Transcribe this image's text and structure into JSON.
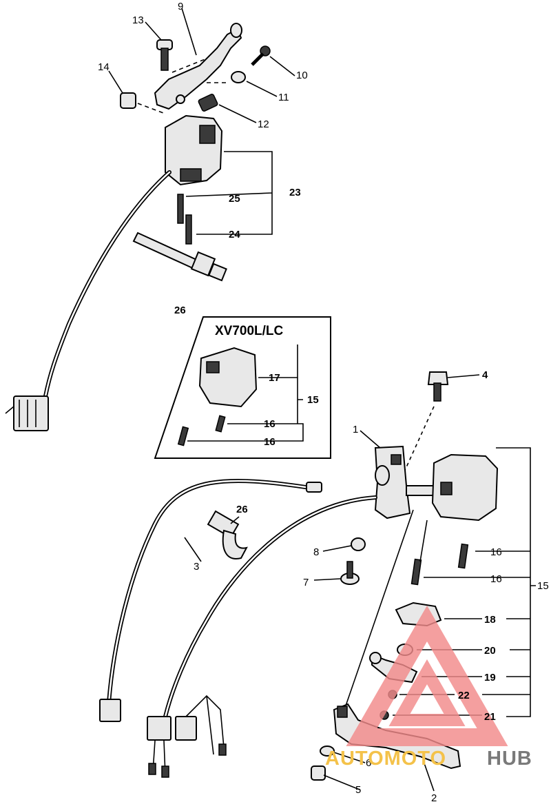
{
  "diagram": {
    "inset_title": "XV700L/LC",
    "labels": {
      "p1": "1",
      "p2": "2",
      "p3": "3",
      "p4": "4",
      "p5": "5",
      "p6": "6",
      "p7": "7",
      "p8": "8",
      "p9": "9",
      "p10": "10",
      "p11": "11",
      "p12": "12",
      "p13": "13",
      "p14": "14",
      "p15_inset": "15",
      "p15_main": "15",
      "p16_inset_a": "16",
      "p16_inset_b": "16",
      "p16_main_a": "16",
      "p16_main_b": "16",
      "p17": "17",
      "p18": "18",
      "p19": "19",
      "p20": "20",
      "p21": "21",
      "p22": "22",
      "p23": "23",
      "p24": "24",
      "p25": "25",
      "p26_top": "26",
      "p26_mid": "26"
    }
  },
  "watermark": {
    "text_a": "AUTOMOTO",
    "text_b": "HUB",
    "color_a": "#f4c24a",
    "color_b": "#7a7a7a",
    "logo_color": "#f28b8b"
  }
}
